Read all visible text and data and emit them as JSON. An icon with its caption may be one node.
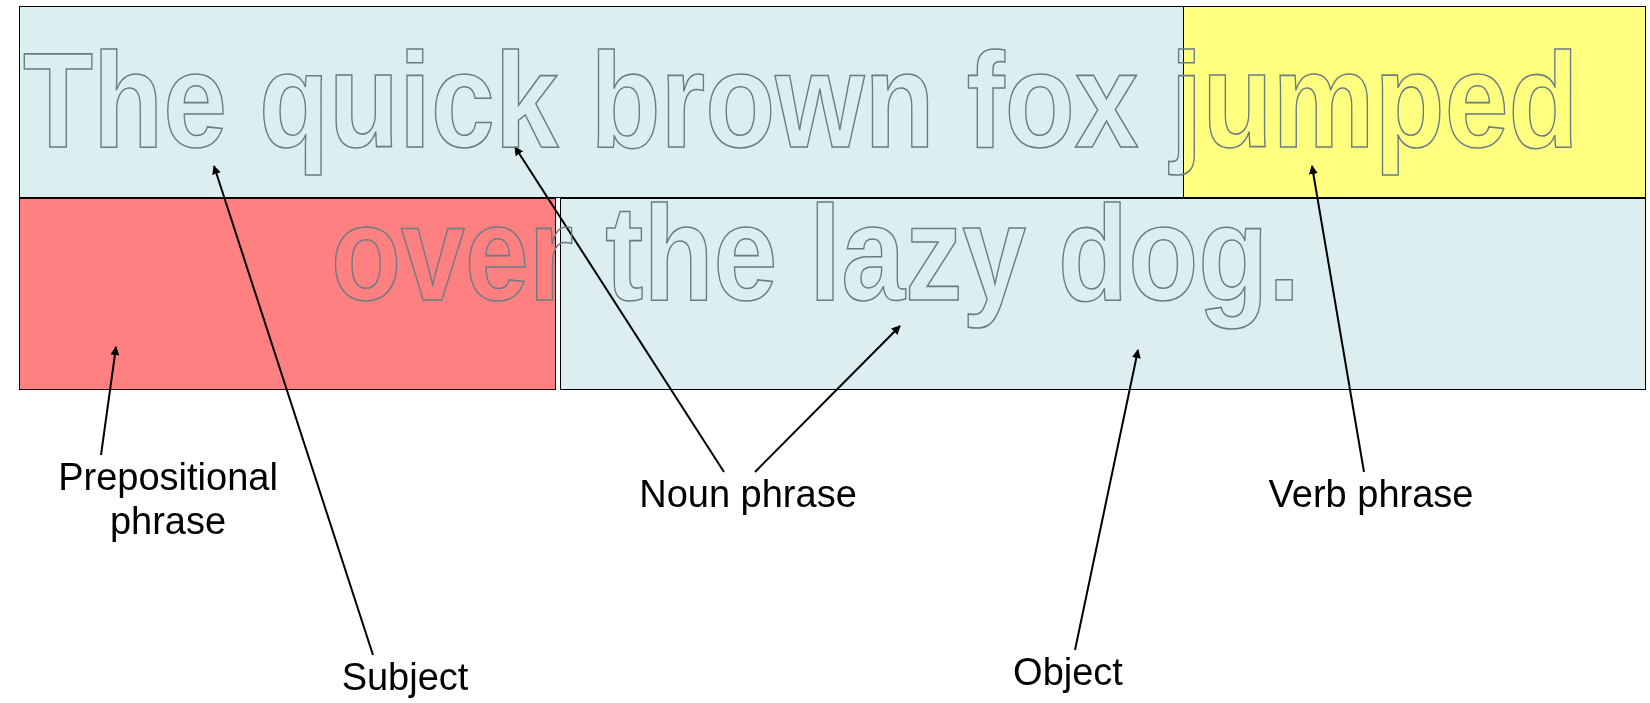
{
  "diagram": {
    "nodes": [
      {
        "text": [],
        "shape": "box"
      },
      {
        "text": [],
        "shape": "box"
      },
      {
        "text": [],
        "shape": "box"
      },
      {
        "text": [],
        "shape": "box"
      },
      {
        "text": [
          "Prepositional phrase"
        ]
      },
      {
        "text": [
          "Noun phrase"
        ]
      },
      {
        "text": [
          "Verb phrase"
        ]
      },
      {
        "text": [
          "Subject"
        ]
      },
      {
        "text": [
          "Object"
        ]
      }
    ],
    "edges": [
      {
        "from": 4,
        "to": 2,
        "arrow": "to"
      },
      {
        "from": 7,
        "to": 0,
        "arrow": "to"
      },
      {
        "from": 5,
        "to": 0,
        "arrow": "to"
      },
      {
        "from": 5,
        "to": 3,
        "arrow": "to"
      },
      {
        "from": 8,
        "to": 3,
        "arrow": "to"
      },
      {
        "from": 6,
        "to": 1,
        "arrow": "to"
      }
    ],
    "labels": [
      "The quick brown fox jumped",
      "over the lazy dog."
    ]
  }
}
